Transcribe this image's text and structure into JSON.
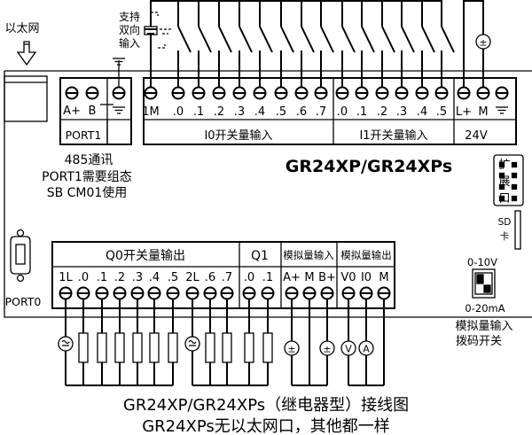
{
  "ethernet": {
    "label": "以太网"
  },
  "bidirectional_note": [
    "支持",
    "双向",
    "输入"
  ],
  "port1": {
    "terminals": [
      "A+",
      "B",
      ""
    ],
    "label": "PORT1",
    "notes": [
      "485通讯",
      "PORT1需要组态",
      "SB CM01使用"
    ]
  },
  "i0": {
    "terminals": [
      "1M",
      ".0",
      ".1",
      ".2",
      ".3",
      ".4",
      ".5",
      ".6",
      ".7"
    ],
    "label": "I0开关量输入"
  },
  "i1": {
    "terminals": [
      ".0",
      ".1",
      ".2",
      ".3",
      ".4",
      ".5"
    ],
    "label": "I1开关量输入"
  },
  "power": {
    "terminals": [
      "L+",
      "M",
      ""
    ],
    "label": "24V"
  },
  "model": "GR24XP/GR24XPs",
  "expansion": {
    "label": [
      "扩",
      "展",
      "口"
    ]
  },
  "sd": {
    "label": [
      "SD",
      "卡"
    ]
  },
  "port0": {
    "label": "PORT0"
  },
  "q0": {
    "label": "Q0开关量输出",
    "terminals": [
      "1L",
      ".0",
      ".1",
      ".2",
      ".3",
      ".4",
      ".5",
      "2L",
      ".6",
      ".7"
    ]
  },
  "q1": {
    "label": "Q1",
    "terminals": [
      ".0",
      ".1"
    ]
  },
  "ai": {
    "label": "模拟量输入",
    "terminals": [
      "A+",
      "M",
      "B+"
    ]
  },
  "ao": {
    "label": "模拟量输出",
    "terminals": [
      "V0",
      "I0",
      "M"
    ]
  },
  "dip": {
    "top": "0-10V",
    "bottom": "0-20mA",
    "caption": [
      "模拟量输入",
      "拨码开关"
    ]
  },
  "symbols": {
    "dc": "±",
    "volt": "V",
    "amp": "A"
  },
  "caption": [
    "GR24XP/GR24XPs（继电器型）接线图",
    "GR24XPs无以太网口，其他都一样"
  ]
}
